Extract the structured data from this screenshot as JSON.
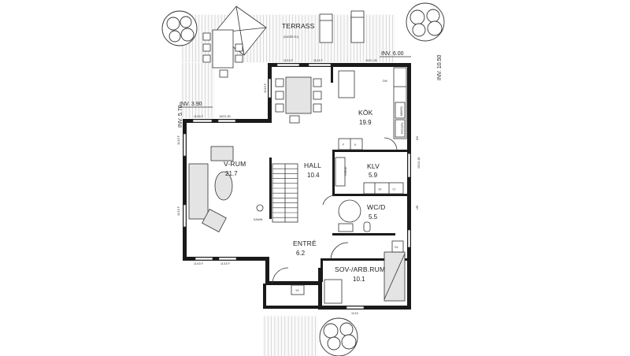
{
  "rooms": {
    "terrass": {
      "name": "TERRASS",
      "note": "(INGÅR EJ)"
    },
    "kok": {
      "name": "KÖK",
      "area": "19.9"
    },
    "vrum": {
      "name": "V-RUM",
      "area": "21.7"
    },
    "hall": {
      "name": "HALL",
      "area": "10.4"
    },
    "klv": {
      "name": "KLV",
      "area": "5.9"
    },
    "wcd": {
      "name": "WC/D",
      "area": "5.5"
    },
    "entre": {
      "name": "ENTRÉ",
      "area": "6.2"
    },
    "sov": {
      "name": "SOV-/ARB.RUM",
      "area": "10.1"
    }
  },
  "levels": {
    "inv_390": "INV. 3.90",
    "inv_600": "INV. 6.00",
    "inv_570": "INV. 5.70",
    "inv_1050": "INV. 10.50"
  },
  "fixtures": {
    "dm": "DM",
    "f": "F",
    "k": "K",
    "tp": "TP",
    "tt": "TT",
    "gl": "GL",
    "yd": "YD",
    "kamin": "KAMIN",
    "tornk": "TORNK",
    "mikro": "MIKRO",
    "fryspl": "FRYS/PL",
    "ub": "UB"
  },
  "windows": {
    "w1115f": "11/15 F",
    "w1023b": "10/23-1B",
    "w1623b": "16/23-1B",
    "w1115": "11/15",
    "w1021b": "10/21-1B",
    "side_1115f": "11/15 F",
    "side_1023": "10/23",
    "side_88": "8/8"
  }
}
